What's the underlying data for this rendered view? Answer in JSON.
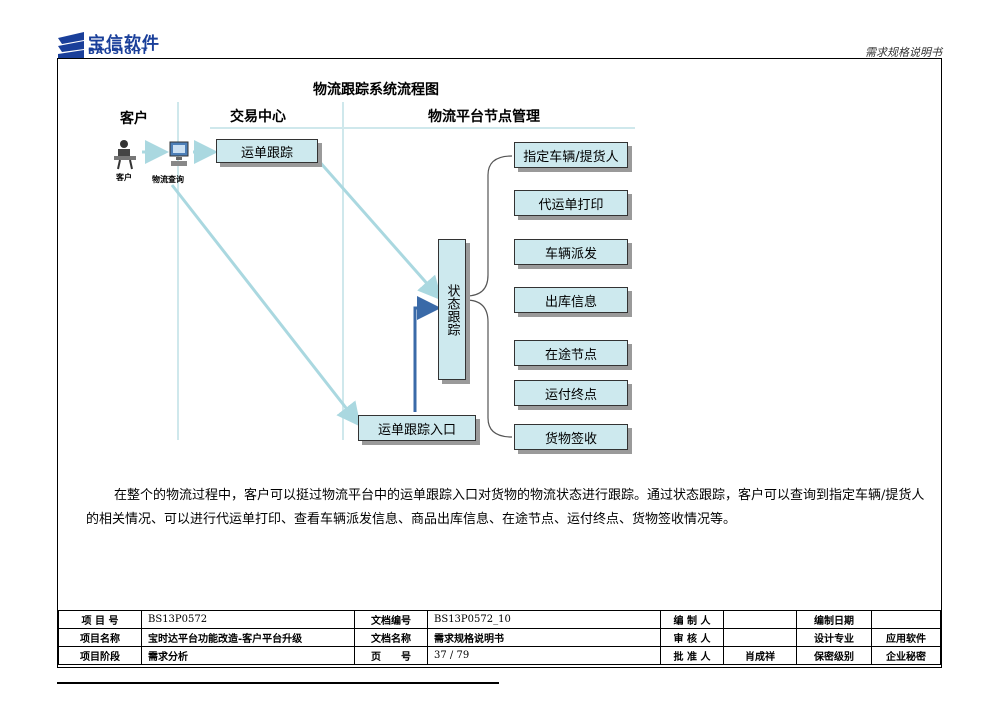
{
  "header": {
    "logo_cn": "宝信软件",
    "logo_en": "BAOSIGHT",
    "doc_type": "需求规格说明书"
  },
  "diagram": {
    "title": "物流跟踪系统流程图",
    "lanes": [
      "客户",
      "交易中心",
      "物流平台节点管理"
    ],
    "client_icons": {
      "customer": "客户",
      "terminal": "物流查询"
    },
    "trade_box": "运单跟踪",
    "entry_box": "运单跟踪入口",
    "status_box": "状态跟踪",
    "nodes": [
      "指定车辆/提货人",
      "代运单打印",
      "车辆派发",
      "出库信息",
      "在途节点",
      "运付终点",
      "货物签收"
    ]
  },
  "paragraph": "在整个的物流过程中，客户可以挺过物流平台中的运单跟踪入口对货物的物流状态进行跟踪。通过状态跟踪，客户可以查询到指定车辆/提货人的相关情况、可以进行代运单打印、查看车辆派发信息、商品出库信息、在途节点、运付终点、货物签收情况等。",
  "footer_table": {
    "rows": [
      [
        "项 目 号",
        "BS13P0572",
        "文档编号",
        "BS13P0572_10",
        "编 制 人",
        "",
        "编制日期",
        ""
      ],
      [
        "项目名称",
        "宝时达平台功能改造-客户平台升级",
        "文档名称",
        "需求规格说明书",
        "审 核 人",
        "",
        "设计专业",
        "应用软件"
      ],
      [
        "项目阶段",
        "需求分析",
        "页　　号",
        "37 / 79",
        "批 准 人",
        "肖成祥",
        "保密级别",
        "企业秘密"
      ]
    ]
  },
  "colors": {
    "box_fill": "#cde9ee",
    "connector": "#aad8e0",
    "arrow_dark": "#3a6aa8",
    "logo": "#1a3f9a"
  }
}
